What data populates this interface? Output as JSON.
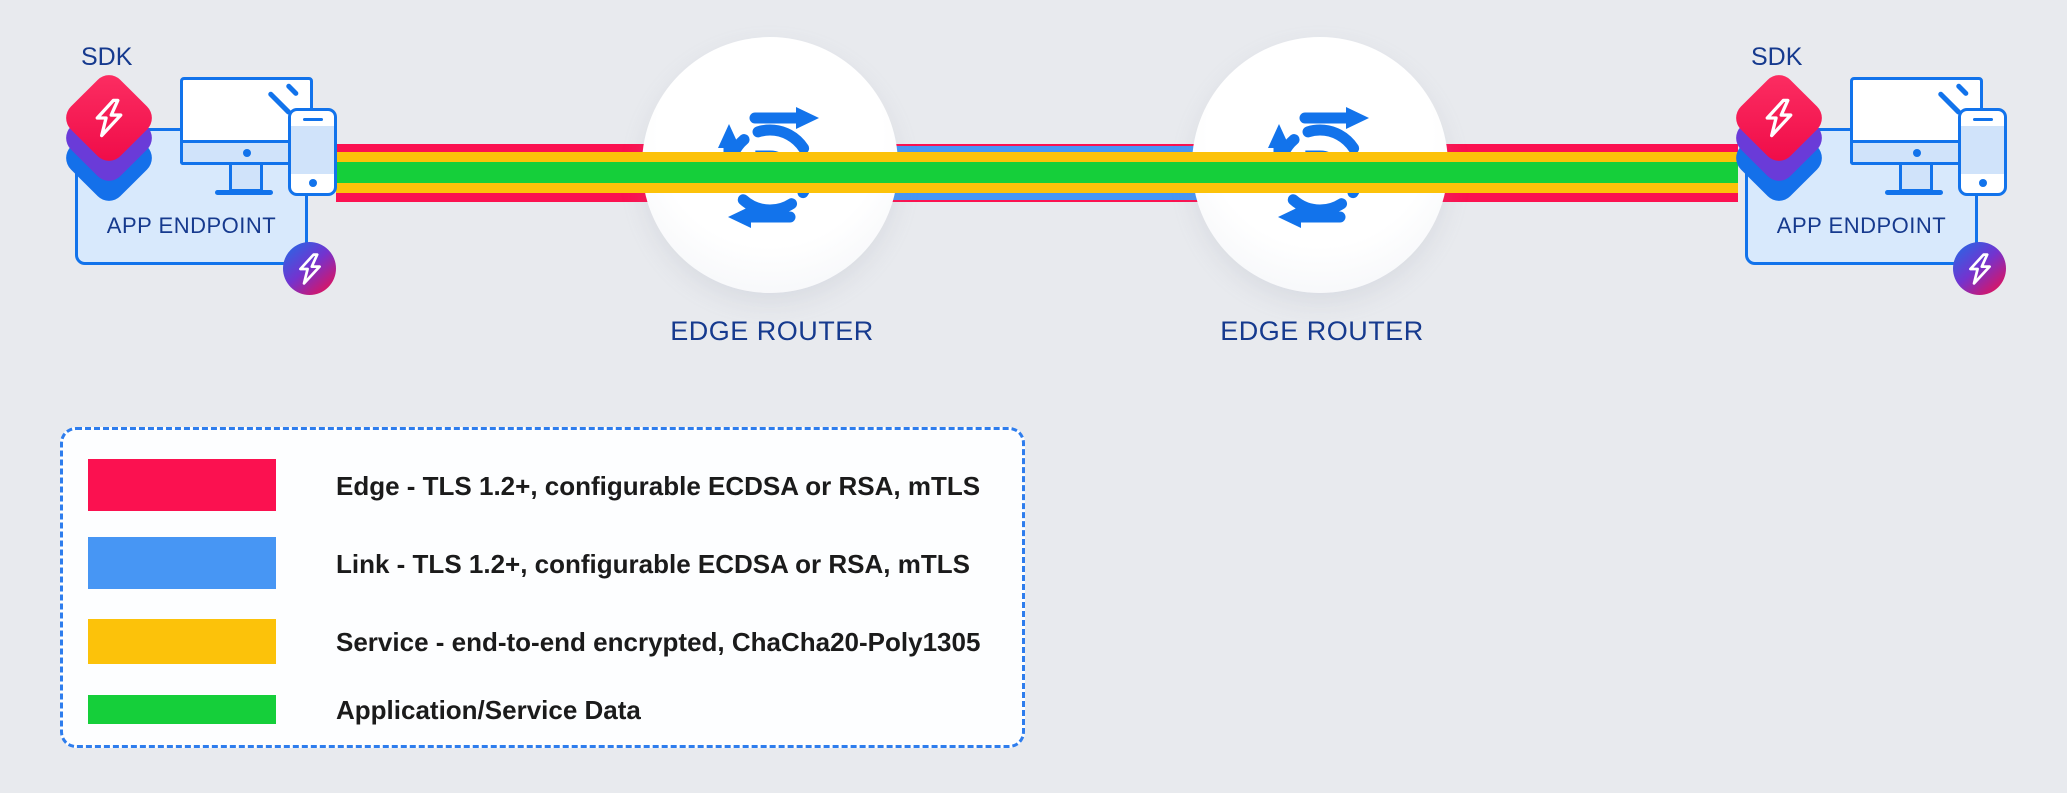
{
  "colors": {
    "background": "#e8eaee",
    "panel_white": "#fdfeff",
    "edge_red": "#fb1150",
    "link_blue": "#4796f4",
    "service_yellow": "#fcc20a",
    "data_green": "#15cf3a",
    "outline_blue": "#1273eb",
    "icon_fill_light": "#d0e3fa",
    "box_fill": "#d8e9fc",
    "navy": "#163a8e",
    "legend_border": "#2e7ded",
    "legend_text": "#1b1b1b",
    "sdk_red": "#ef0a47",
    "sdk_purple": "#6a3bd8",
    "sdk_blue": "#1470ea"
  },
  "endpoints": {
    "left": {
      "sdk_label": "SDK",
      "box_label": "APP ENDPOINT"
    },
    "right": {
      "sdk_label": "SDK",
      "box_label": "APP ENDPOINT"
    }
  },
  "routers": {
    "left": {
      "label": "EDGE ROUTER",
      "icon_letter": "R"
    },
    "right": {
      "label": "EDGE ROUTER",
      "icon_letter": "R"
    }
  },
  "legend": {
    "items": [
      {
        "label": "Edge - TLS 1.2+, configurable ECDSA or RSA, mTLS",
        "color": "#fb1150"
      },
      {
        "label": "Link - TLS 1.2+, configurable ECDSA or RSA, mTLS",
        "color": "#4796f4"
      },
      {
        "label": "Service - end-to-end encrypted, ChaCha20-Poly1305",
        "color": "#fcc20a"
      },
      {
        "label": "Application/Service Data",
        "color": "#15cf3a"
      }
    ]
  }
}
